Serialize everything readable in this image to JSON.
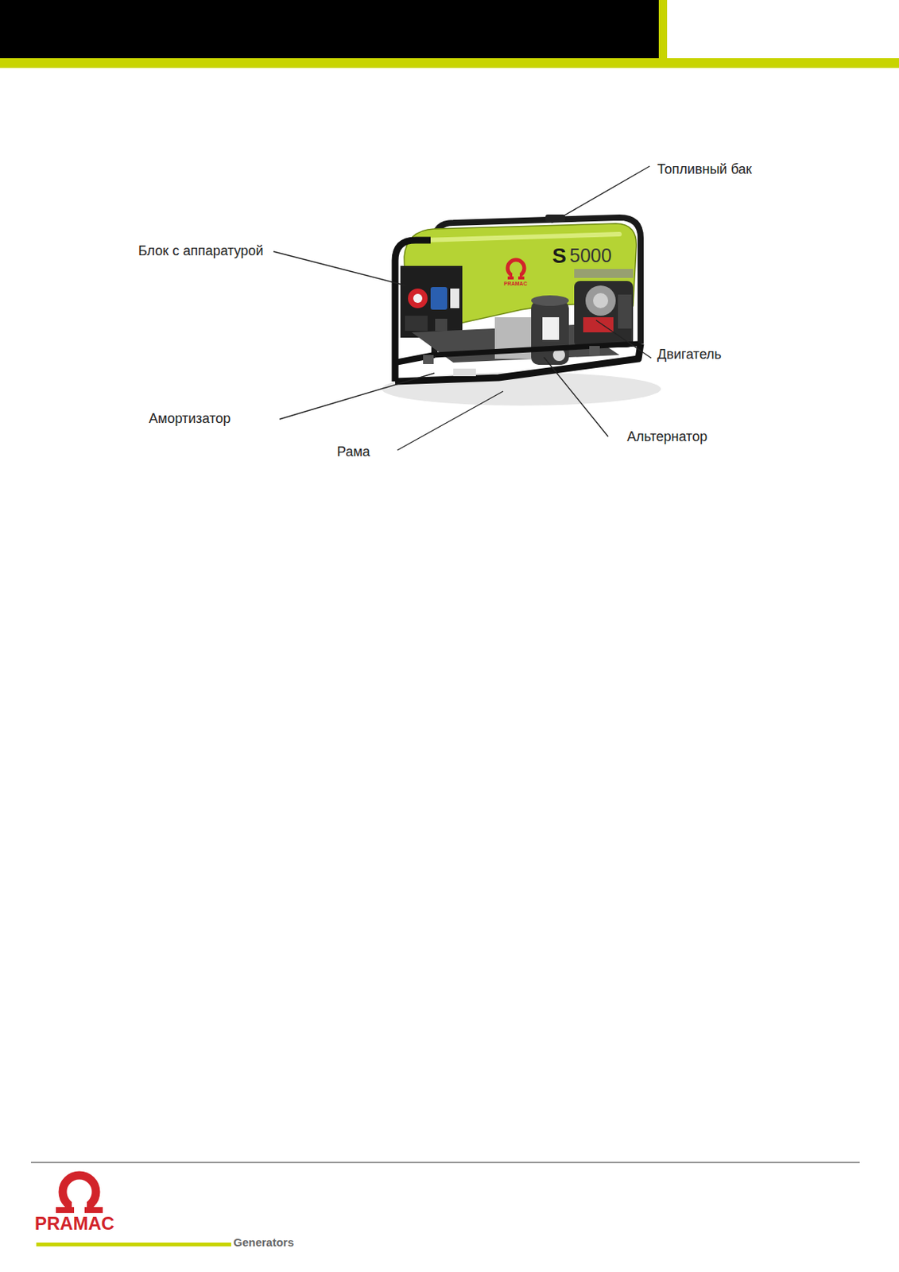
{
  "diagram": {
    "labels": [
      "Топливный бак",
      "Блок с аппаратурой",
      "Двигатель",
      "Амортизатор",
      "Рама",
      "Альтернатор",
      "S",
      "5000",
      "PRAMAC",
      "PRAMAC",
      "Generators"
    ]
  }
}
